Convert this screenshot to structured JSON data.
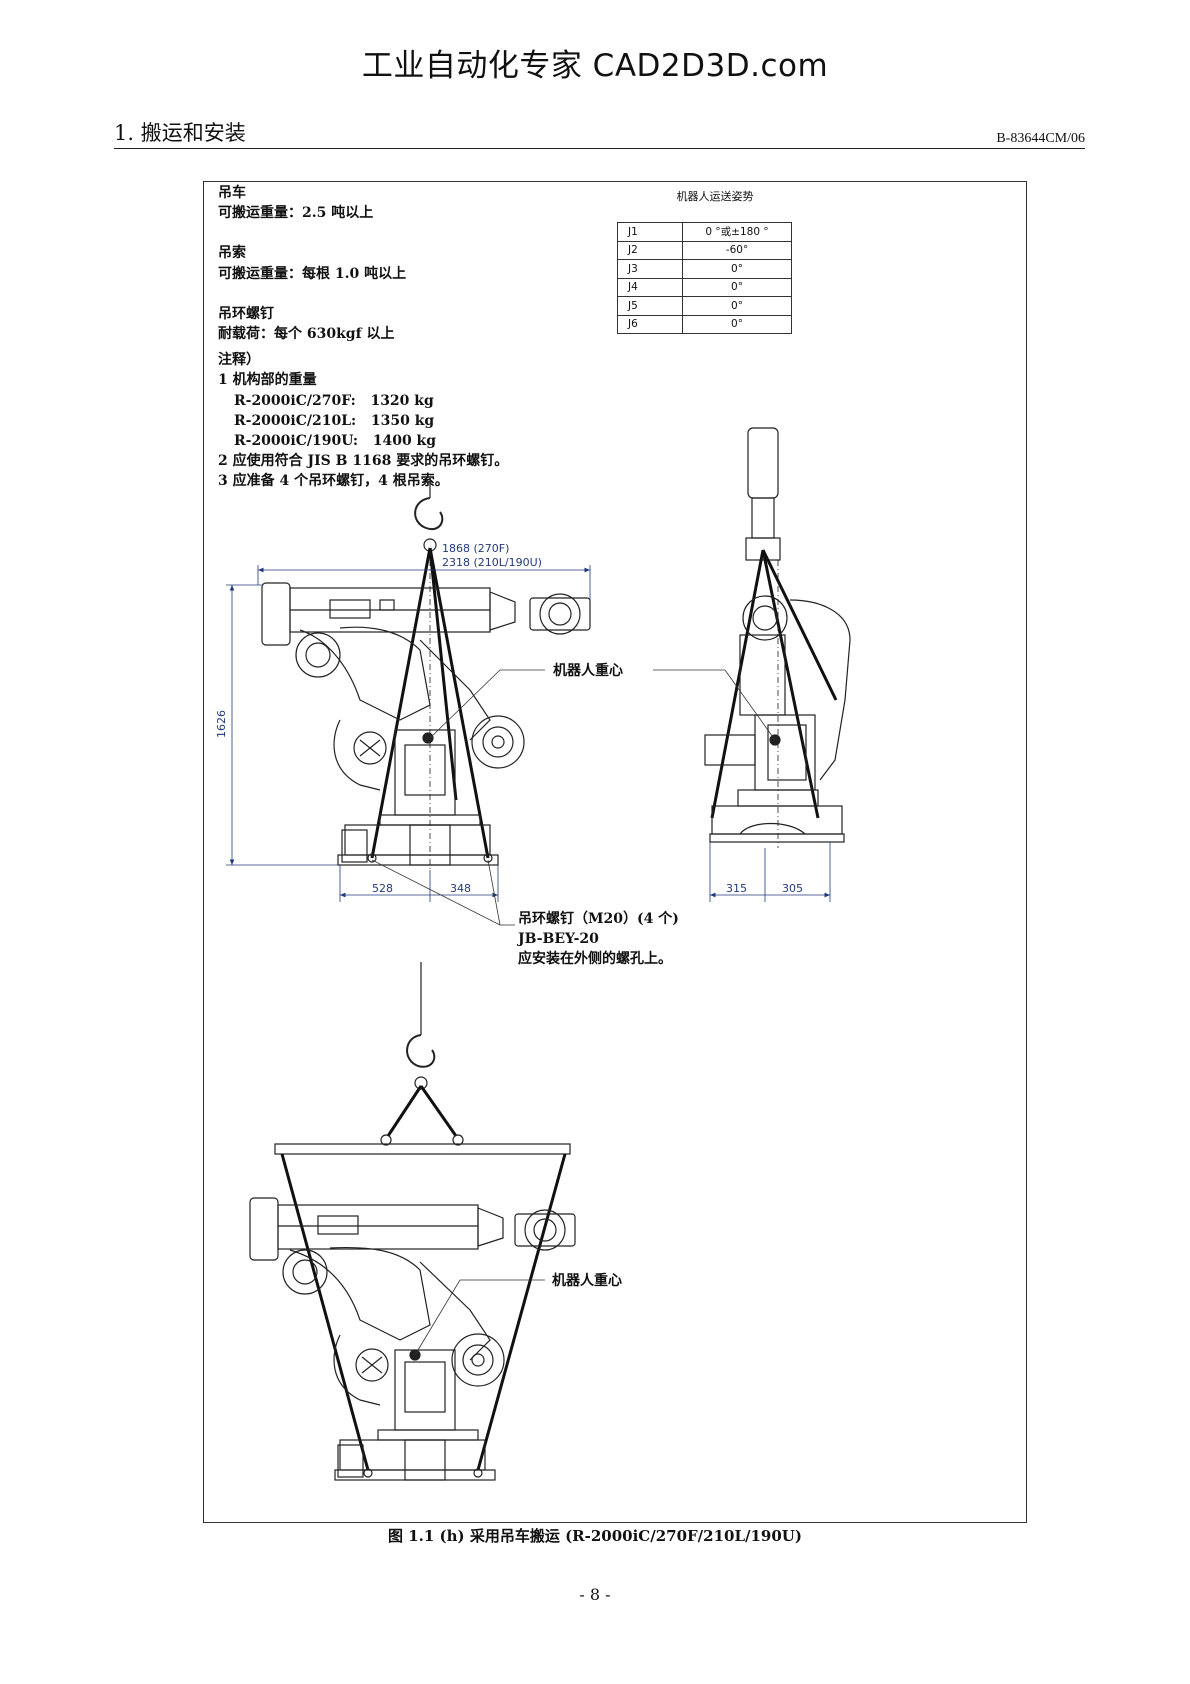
{
  "watermark": "工业自动化专家 CAD2D3D.com",
  "header": {
    "chapter": "1. 搬运和安装",
    "doc_id": "B-83644CM/06"
  },
  "notes": {
    "crane_title": "吊车",
    "crane_capacity": "可搬运重量：2.5 吨以上",
    "sling_title": "吊索",
    "sling_capacity": "可搬运重量：每根 1.0 吨以上",
    "eyebolt_title": "吊环螺钉",
    "eyebolt_load": "耐载荷：每个 630kgf 以上",
    "remarks_title": "注释）",
    "remark1": "1 机构部的重量",
    "weight1_model": "R-2000iC/270F:",
    "weight1_value": "1320 kg",
    "weight2_model": "R-2000iC/210L:",
    "weight2_value": "1350 kg",
    "weight3_model": "R-2000iC/190U:",
    "weight3_value": "1400 kg",
    "remark2": "2 应使用符合 JIS B 1168 要求的吊环螺钉。",
    "remark3": "3 应准备 4 个吊环螺钉，4 根吊索。"
  },
  "posture": {
    "title": "机器人运送姿势",
    "rows": [
      {
        "joint": "J1",
        "value": "0 °或±180 °"
      },
      {
        "joint": "J2",
        "value": "-60°"
      },
      {
        "joint": "J3",
        "value": "0°"
      },
      {
        "joint": "J4",
        "value": "0°"
      },
      {
        "joint": "J5",
        "value": "0°"
      },
      {
        "joint": "J6",
        "value": "0°"
      }
    ]
  },
  "drawing": {
    "dim_top_1": "1868 (270F)",
    "dim_top_2": "2318 (210L/190U)",
    "dim_height": "1626",
    "dim_base_left": "528",
    "dim_base_right": "348",
    "dim_side_left": "315",
    "dim_side_right": "305",
    "cog_label_1": "机器人重心",
    "cog_label_2": "机器人重心",
    "eyebolt_label_1": "吊环螺钉（M20）(4 个)",
    "eyebolt_label_2": "JB-BEY-20",
    "eyebolt_label_3": "应安装在外侧的螺孔上。"
  },
  "caption": "图 1.1 (h)  采用吊车搬运  (R-2000iC/270F/210L/190U)",
  "page_number": "- 8 -"
}
